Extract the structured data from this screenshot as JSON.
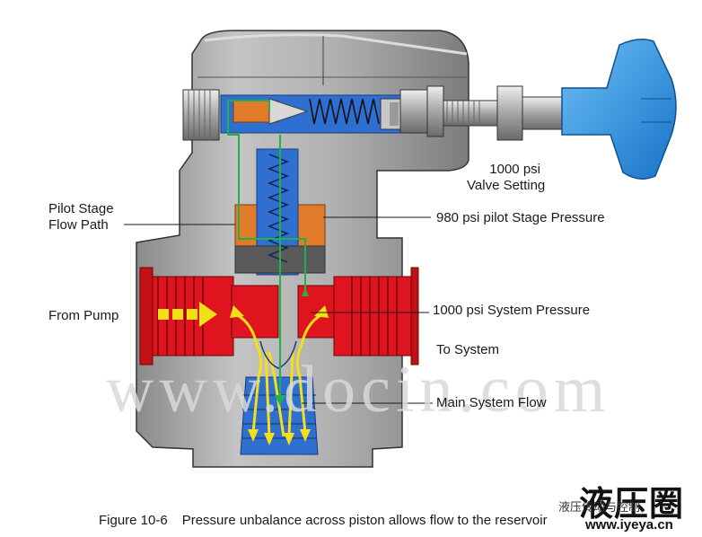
{
  "labels": {
    "valve_setting_line1": "1000 psi",
    "valve_setting_line2": "Valve Setting",
    "pilot_stage_flow_line1": "Pilot Stage",
    "pilot_stage_flow_line2": "Flow Path",
    "pilot_stage_pressure": "980 psi pilot Stage Pressure",
    "from_pump": "From Pump",
    "system_pressure": "1000 psi System Pressure",
    "to_system": "To System",
    "main_system_flow": "Main System Flow"
  },
  "watermark": "www.docin.com",
  "caption": {
    "number": "Figure 10-6",
    "text": "Pressure unbalance across piston allows flow to the reservoir"
  },
  "logo": {
    "name": "液压圈",
    "wechat_text": "液压传动与控制",
    "url": "www.iyeya.cn"
  },
  "colors": {
    "body_gray": "#b4b4b4",
    "spring_blue": "#2f6fd0",
    "piston_orange": "#e07b2a",
    "system_red": "#e0141e",
    "flow_yellow": "#f4e016",
    "pilot_green": "#22b04a",
    "knob_blue": "#1e90e6"
  }
}
